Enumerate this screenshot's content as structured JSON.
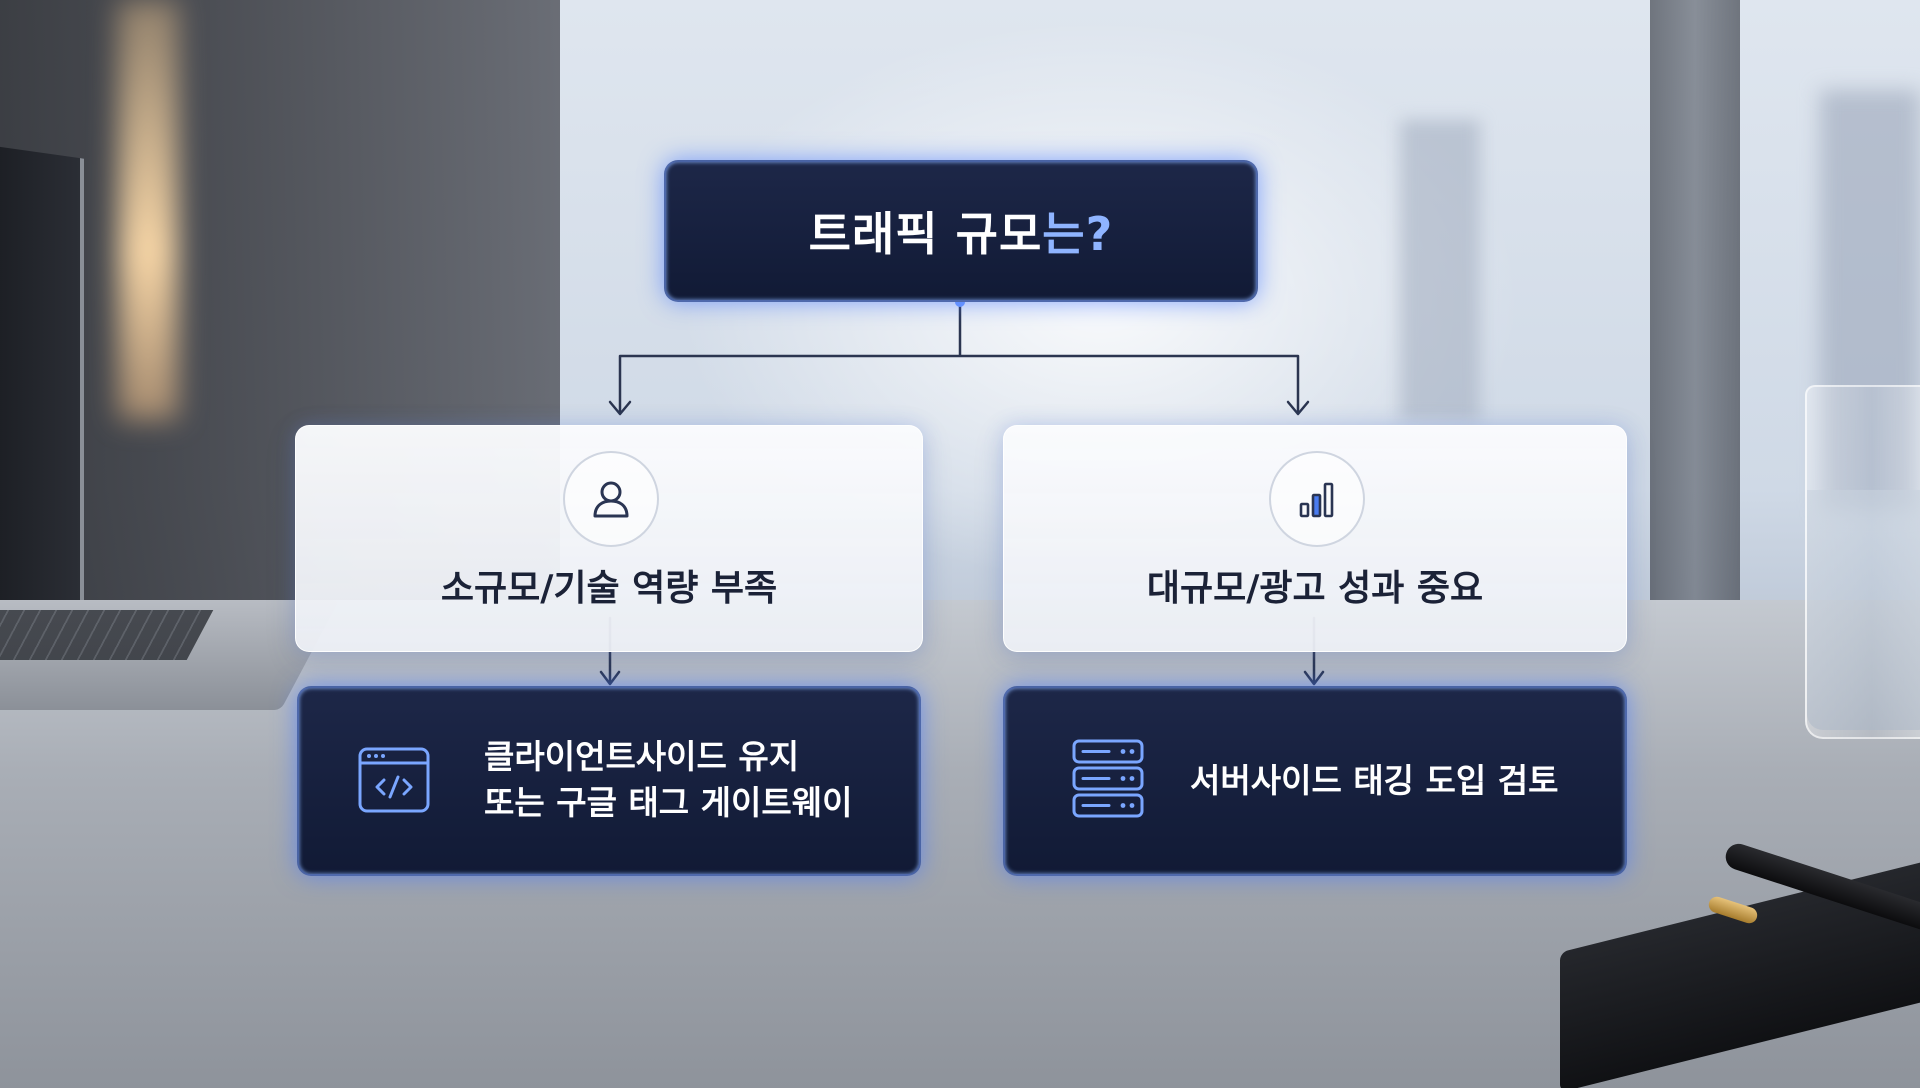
{
  "diagram": {
    "question": {
      "main": "트래픽 규모",
      "accent": "는?"
    },
    "branches": [
      {
        "condition": "소규모/기술 역량 부족",
        "icon": "user-icon",
        "result_lines": [
          "클라이언트사이드 유지",
          "또는 구글 태그 게이트웨이"
        ],
        "result_icon": "browser-code-icon"
      },
      {
        "condition": "대규모/광고 성과 중요",
        "icon": "bar-chart-icon",
        "result_lines": [
          "서버사이드 태깅 도입 검토"
        ],
        "result_icon": "server-icon"
      }
    ]
  },
  "colors": {
    "dark_node": "#111a35",
    "glow": "#4678ff",
    "accent_text": "#8fb4ff",
    "icon_stroke": "#7aa6ff",
    "light_icon_stroke": "#2a3553"
  }
}
